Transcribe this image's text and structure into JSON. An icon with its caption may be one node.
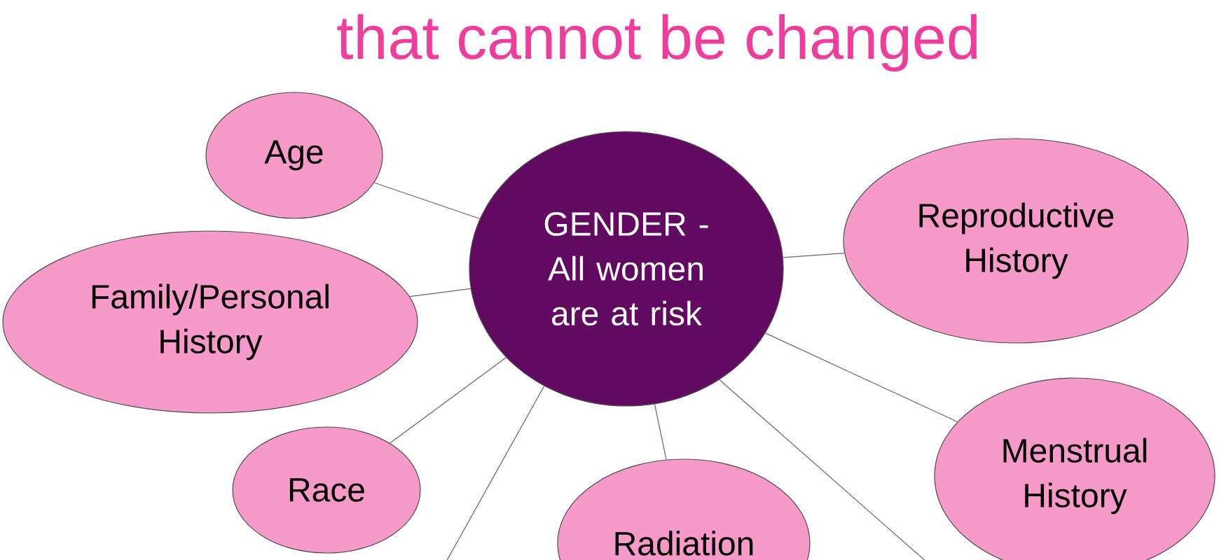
{
  "diagram": {
    "title": "that cannot be changed",
    "nodes": [
      {
        "text": [
          "GENDER - All women are at risk"
        ]
      },
      {
        "text": [
          "Age"
        ]
      },
      {
        "text": [
          "Family/Personal History"
        ]
      },
      {
        "text": [
          "Race"
        ]
      },
      {
        "text": [
          "Radiation"
        ]
      },
      {
        "text": [
          "Reproductive History"
        ]
      },
      {
        "text": [
          "Menstrual History"
        ]
      }
    ],
    "edges": [
      {
        "from": 0,
        "to": 1,
        "arrow": "none"
      },
      {
        "from": 0,
        "to": 2,
        "arrow": "none"
      },
      {
        "from": 0,
        "to": 3,
        "arrow": "none"
      },
      {
        "from": 0,
        "to": null,
        "arrow": "none"
      },
      {
        "from": 0,
        "to": 4,
        "arrow": "none"
      },
      {
        "from": 0,
        "to": null,
        "arrow": "none"
      },
      {
        "from": 0,
        "to": 5,
        "arrow": "none"
      },
      {
        "from": 0,
        "to": 6,
        "arrow": "none"
      }
    ]
  }
}
